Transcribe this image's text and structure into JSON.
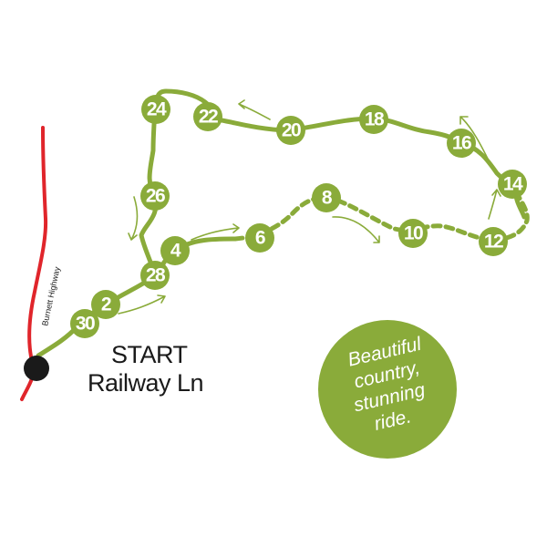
{
  "map": {
    "road_label": "Burnett Highway",
    "start_title": "START",
    "start_place": "Railway Ln",
    "tagline": [
      "Beautiful",
      "country,",
      "stunning",
      "ride."
    ],
    "markers": [
      "30",
      "2",
      "28",
      "4",
      "6",
      "8",
      "10",
      "12",
      "14",
      "16",
      "18",
      "20",
      "22",
      "24",
      "26"
    ],
    "colors": {
      "route": "#8aab3a",
      "road": "#e0252b",
      "start_point": "#1a1a1a",
      "badge": "#8aab3a",
      "text": "#1a1a1a"
    }
  }
}
